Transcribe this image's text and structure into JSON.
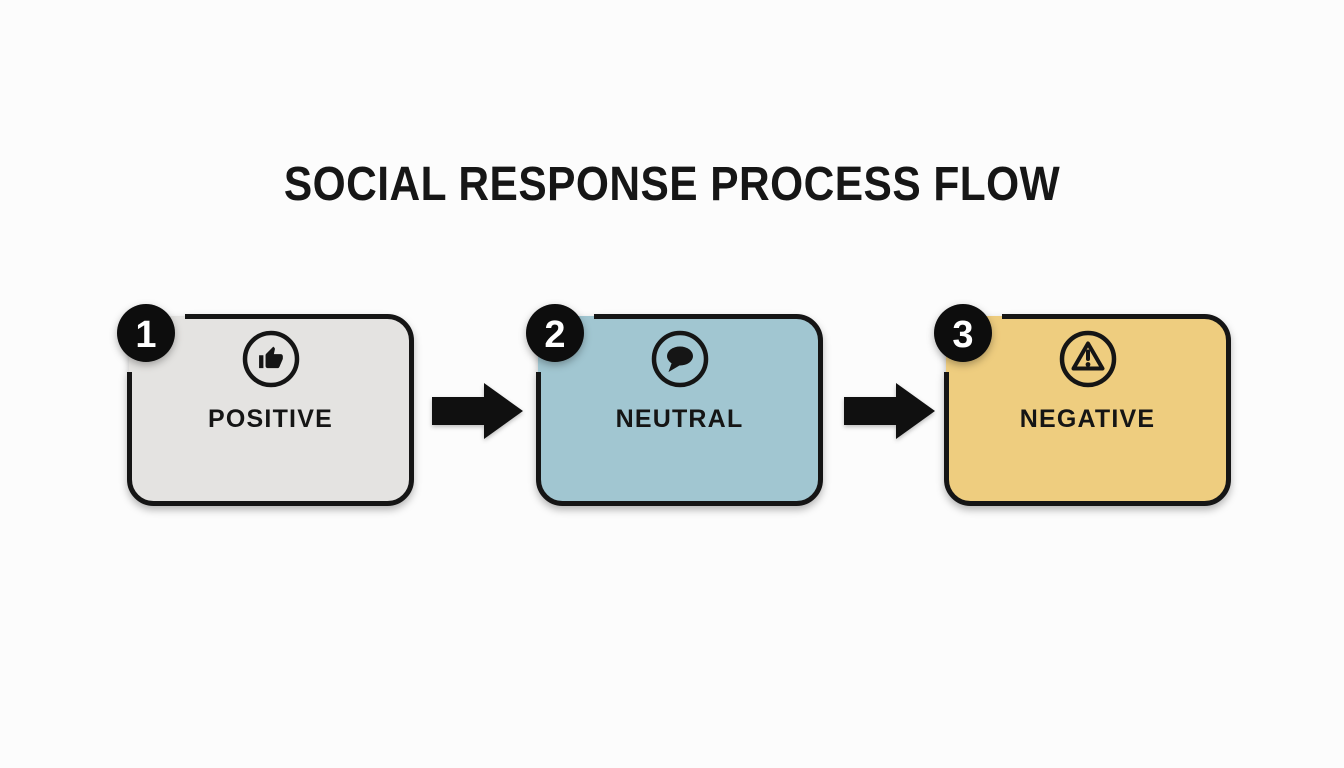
{
  "title": "SOCIAL RESPONSE PROCESS FLOW",
  "colors": {
    "background": "#fcfcfc",
    "outline": "#151515",
    "badge": "#0d0d0d",
    "badge_text": "#ffffff",
    "arrow": "#101010",
    "positive_fill": "#e4e3e1",
    "neutral_fill": "#a1c6d1",
    "negative_fill": "#eecd7f"
  },
  "steps": [
    {
      "number": "1",
      "label": "POSITIVE",
      "icon": "thumbs-up-icon",
      "fill": "#e4e3e1"
    },
    {
      "number": "2",
      "label": "NEUTRAL",
      "icon": "speech-bubble-icon",
      "fill": "#a1c6d1"
    },
    {
      "number": "3",
      "label": "NEGATIVE",
      "icon": "warning-triangle-icon",
      "fill": "#eecd7f"
    }
  ],
  "arrows": [
    {
      "icon": "right-arrow-icon"
    },
    {
      "icon": "right-arrow-icon"
    }
  ]
}
